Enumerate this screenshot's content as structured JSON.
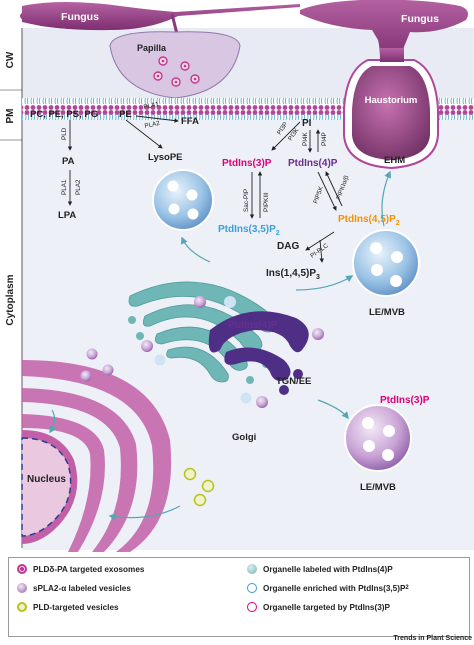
{
  "labels": {
    "fungus_left": "Fungus",
    "fungus_right": "Fungus",
    "papilla": "Papilla",
    "haustorium": "Haustorium",
    "cw": "CW",
    "pm": "PM",
    "cytoplasm": "Cytoplasm",
    "nucleus": "Nucleus",
    "golgi": "Golgi",
    "tgn_ee": "TGN/EE",
    "ehm": "EHM",
    "le_mvb_1": "LE/MVB",
    "le_mvb_2": "LE/MVB"
  },
  "lipids": {
    "membrane_lipids": "PC, PE, PS, PG",
    "pe_end": "PE",
    "ffa": "FFA",
    "lysope": "LysoPE",
    "pa": "PA",
    "lpa": "LPA",
    "pi": "PI",
    "ptdins3p_1": "PtdIns(3)P",
    "ptdins4p_1": "PtdIns(4)P",
    "ptdins45p2": "PtdIns(4,5)P",
    "ptdins45p2_sub": "2",
    "ptdins35p2": "PtdIns(3,5)P",
    "ptdins35p2_sub": "2",
    "dag": "DAG",
    "ins145p3": "Ins(1,4,5)P",
    "ins145p3_sub": "3",
    "ptdins4p_golgi": "PtdIns(4)P",
    "ptdins3p_2": "PtdIns(3)P"
  },
  "enzymes": {
    "pla1_top": "PLA1",
    "pla2_top": "PLA2",
    "pld": "PLD",
    "pla1": "PLA1",
    "pla2": "PLA2",
    "pi3p": "PI3P",
    "pi3k": "PI3K",
    "pi4k": "PI4K",
    "pi4p": "PI4P",
    "pip5k": "PIP5K",
    "pip5kiab": "PIPKIα/β",
    "sacpip": "Sac-PIP",
    "pipkiii": "PIPKIII",
    "piplc": "PI-PLC"
  },
  "legend": {
    "item1": "PLDδ-PA targeted exosomes",
    "item2": "sPLA2-α labeled vesicles",
    "item3": "PLD-targeted vesicles",
    "item4": "Organelle labeled with PtdIns(4)P",
    "item5": "Organelle enriched with PtdIns(3,5)P",
    "item5_sub": "2",
    "item6": "Organelle targeted by PtdIns(3)P"
  },
  "footer": "Trends in Plant Science",
  "colors": {
    "fungus": "#9b3f86",
    "fungus_border": "#6e2a62",
    "membrane_bead": "#b0489a",
    "membrane_tail": "#4aa3c7",
    "ptdins3p": "#e0007a",
    "ptdins4p": "#6a2c8e",
    "ptdins45p2": "#f39200",
    "ptdins35p2": "#3aa0d8",
    "cytoplasm_bg": "#eef0f8",
    "cell_wall": "#d9dcec",
    "vesicle_blue": "#6ea7d6",
    "golgi_teal": "#6fb7b7",
    "er_pink": "#c25fa7"
  }
}
